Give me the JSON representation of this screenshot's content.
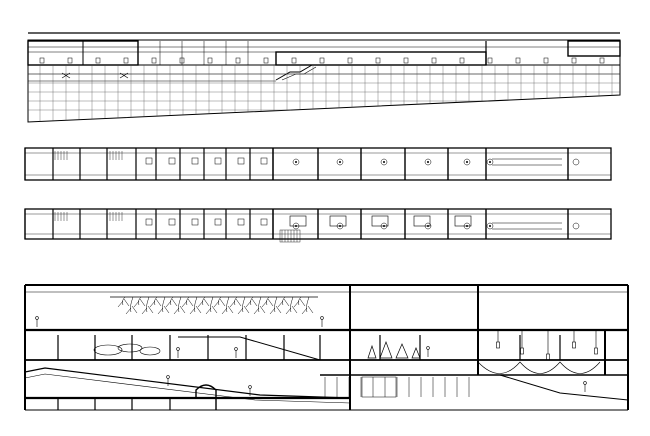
{
  "drawing": {
    "background": "#ffffff",
    "ink": "#000000",
    "fine_ink": "#555555",
    "views": [
      {
        "id": "roof-plan",
        "label": ""
      },
      {
        "id": "floor-plan-upper",
        "label": ""
      },
      {
        "id": "floor-plan-lower",
        "label": ""
      },
      {
        "id": "long-section",
        "label": ""
      }
    ]
  }
}
